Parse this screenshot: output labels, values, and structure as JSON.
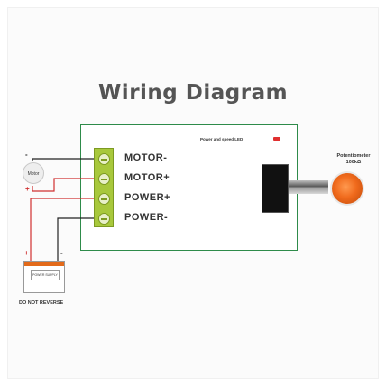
{
  "title": "Wiring Diagram",
  "led_label": "Power and speed LED",
  "terminals": [
    {
      "label": "MOTOR-"
    },
    {
      "label": "MOTOR+"
    },
    {
      "label": "POWER+"
    },
    {
      "label": "POWER-"
    }
  ],
  "motor_label": "Motor",
  "motor_minus": "-",
  "motor_plus": "+",
  "battery_label": "POWER SUPPLY",
  "battery_plus": "+",
  "battery_minus": "-",
  "potentiometer_label": "Potentiometer",
  "potentiometer_value": "100kΩ",
  "warning": "DO NOT REVERSE",
  "colors": {
    "board": "#2e8b4a",
    "terminal_block": "#a8c83c",
    "wire_red": "#d03030",
    "wire_black": "#222222",
    "knob": "#f06a1c",
    "battery_top": "#e36a1a"
  }
}
